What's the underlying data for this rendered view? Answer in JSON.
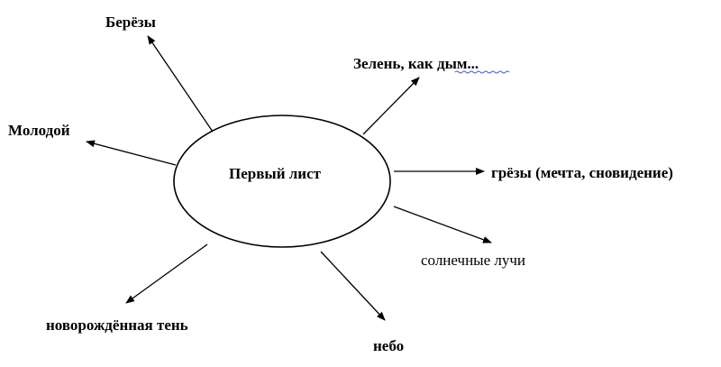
{
  "colors": {
    "ink": "#000000",
    "spellcheck_underline": "#3b5bd6"
  },
  "center": {
    "label": "Первый лист"
  },
  "branches": [
    {
      "id": "berezy",
      "label": "Берёзы"
    },
    {
      "id": "zelen",
      "label": "Зелень, как дым..."
    },
    {
      "id": "molodoy",
      "label": "Молодой"
    },
    {
      "id": "grezy",
      "label": "грёзы (мечта, сновидение)"
    },
    {
      "id": "luchi",
      "label": "солнечные лучи"
    },
    {
      "id": "ten",
      "label": "новорождённая тень"
    },
    {
      "id": "nebo",
      "label": "небо"
    }
  ]
}
